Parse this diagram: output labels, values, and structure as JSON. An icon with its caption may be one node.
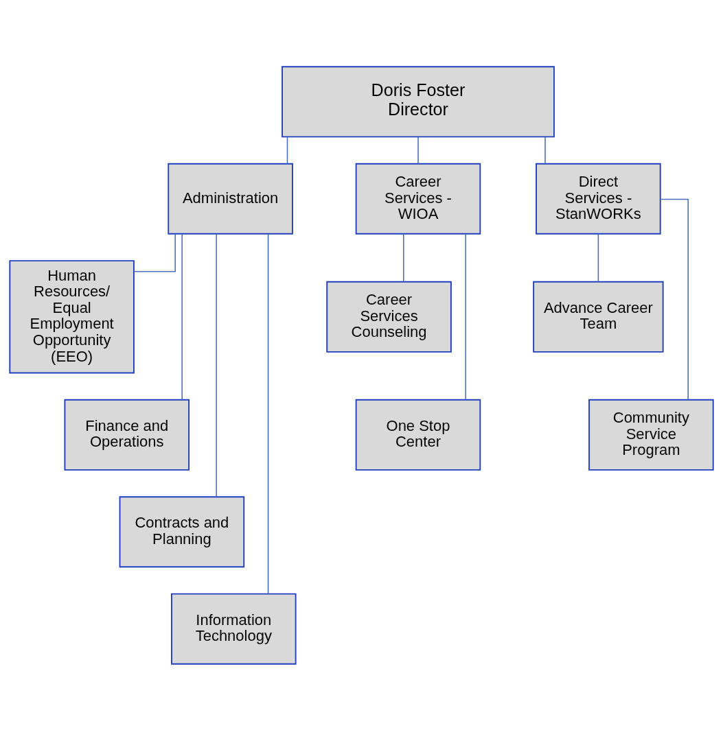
{
  "diagram": {
    "nodes": [
      {
        "text": [
          "Doris Foster Director"
        ]
      },
      {
        "text": [
          "Administration"
        ]
      },
      {
        "text": [
          "Career Services - WIOA"
        ]
      },
      {
        "text": [
          "Direct Services - StanWORKs"
        ]
      },
      {
        "text": [
          "Human Resources/ Equal Employment Opportunity (EEO)"
        ]
      },
      {
        "text": [
          "Finance and Operations"
        ]
      },
      {
        "text": [
          "Contracts and Planning"
        ]
      },
      {
        "text": [
          "Information Technology"
        ]
      },
      {
        "text": [
          "Career Services Counseling"
        ]
      },
      {
        "text": [
          "One Stop Center"
        ]
      },
      {
        "text": [
          "Advance Career Team"
        ]
      },
      {
        "text": [
          "Community Service Program"
        ]
      }
    ],
    "edges": [
      {
        "from": 0,
        "to": 1,
        "arrow": "none"
      },
      {
        "from": 0,
        "to": 2,
        "arrow": "none"
      },
      {
        "from": 0,
        "to": 3,
        "arrow": "none"
      },
      {
        "from": 1,
        "to": 4,
        "arrow": "none"
      },
      {
        "from": 1,
        "to": 5,
        "arrow": "none"
      },
      {
        "from": 1,
        "to": 6,
        "arrow": "none"
      },
      {
        "from": 1,
        "to": 7,
        "arrow": "none"
      },
      {
        "from": 2,
        "to": 8,
        "arrow": "none"
      },
      {
        "from": 2,
        "to": 9,
        "arrow": "none"
      },
      {
        "from": 3,
        "to": 10,
        "arrow": "none"
      },
      {
        "from": 3,
        "to": 11,
        "arrow": "none"
      }
    ]
  }
}
